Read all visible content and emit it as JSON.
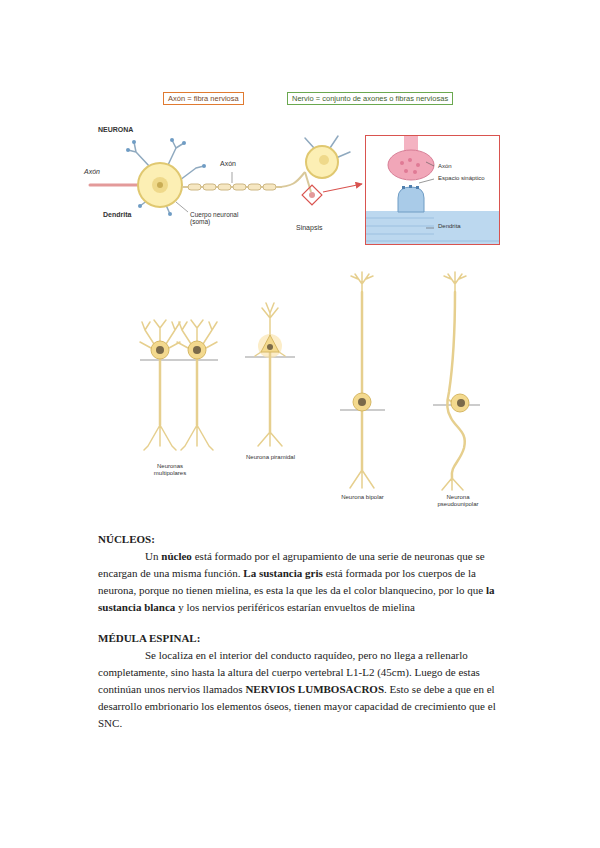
{
  "diagram": {
    "nodes": [
      {
        "text": [
          "Axón = fibra nerviosa"
        ]
      },
      {
        "text": [
          "Nervio = conjunto de axones o fibras nerviosas"
        ]
      },
      {
        "text": [
          "Axón",
          "Espacio sináptico",
          "Dendrita"
        ]
      }
    ],
    "edges": [],
    "labels": [
      "NEURONA",
      "Axón",
      "Dendrita",
      "Cuerpo neuronal (soma)",
      "Axón",
      "Sinapsis",
      "Neuronas multipolares",
      "Neurona piramidal",
      "Neurona bipolar",
      "Neurona pseudounipolar",
      "NÚCLEOS:",
      "Un",
      "núcleo",
      "está formado por el agrupamiento de una serie de neuronas que se encargan de una misma función.",
      "La sustancia gris",
      "está formada por los cuerpos de la neurona, porque no tienen mielina, es esta la que les da el color blanquecino, por lo que",
      "la sustancia blanca",
      "y los nervios periféricos estarían envueltos de mielina",
      "MÉDULA ESPINAL:",
      "Se localiza en el interior del conducto raquídeo, pero no llega a rellenarlo completamente, sino hasta la altura del cuerpo vertebral L1-L2 (45cm). Luego de estas continúan unos nervios llamados",
      "NERVIOS LUMBOSACROS",
      ". Esto se debe a que en el desarrollo embrionario los elementos óseos, tienen mayor capacidad de crecimiento que el SNC."
    ]
  }
}
